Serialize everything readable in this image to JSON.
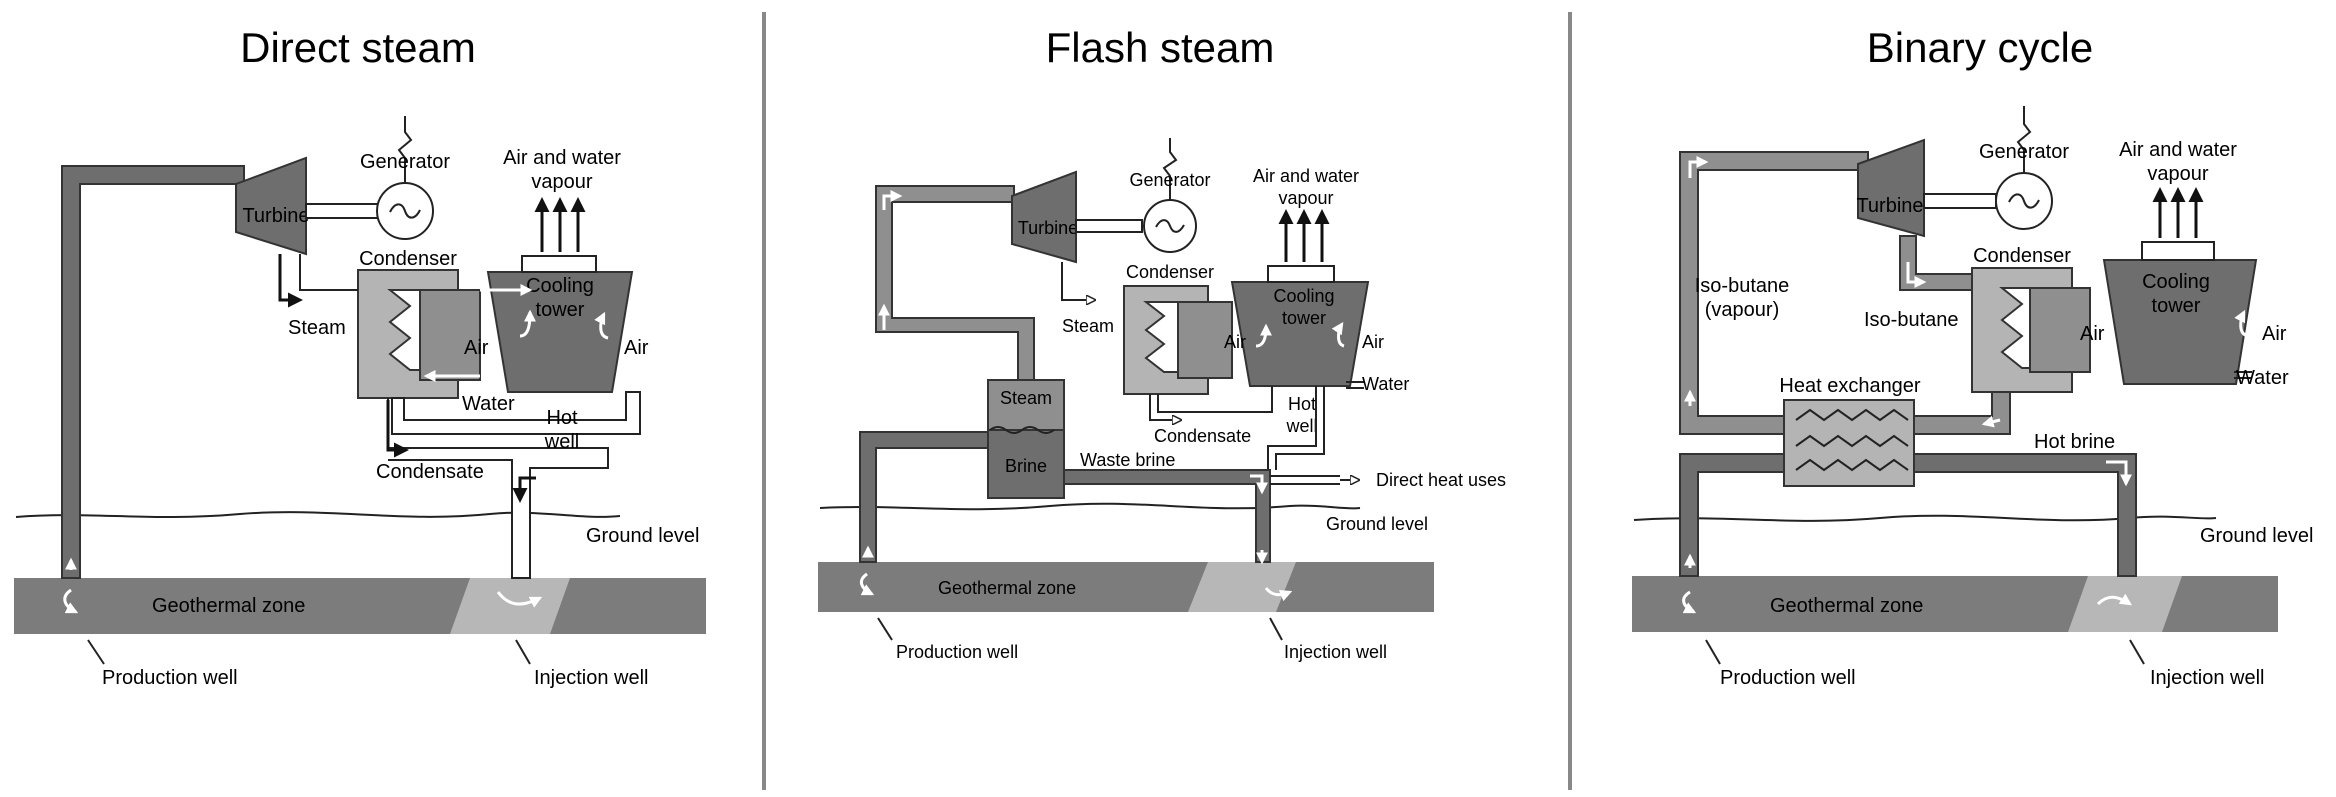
{
  "panels": [
    {
      "title": "Direct steam",
      "labels": {
        "generator": "Generator",
        "air_vapour_1": "Air and water",
        "air_vapour_2": "vapour",
        "turbine": "Turbine",
        "condenser": "Condenser",
        "steam": "Steam",
        "cooling_1": "Cooling",
        "cooling_2": "tower",
        "air_in": "Air",
        "air_out": "Air",
        "water": "Water",
        "hot_1": "Hot",
        "hot_2": "well",
        "condensate": "Condensate",
        "ground": "Ground level",
        "zone": "Geothermal zone",
        "production": "Production well",
        "injection": "Injection well"
      }
    },
    {
      "title": "Flash steam",
      "labels": {
        "generator": "Generator",
        "air_vapour_1": "Air and water",
        "air_vapour_2": "vapour",
        "turbine": "Turbine",
        "condenser": "Condenser",
        "cooling_1": "Cooling",
        "cooling_2": "tower",
        "air_in": "Air",
        "air_out": "Air",
        "water": "Water",
        "steam": "Steam",
        "steam_box": "Steam",
        "brine": "Brine",
        "waste_brine": "Waste brine",
        "condensate": "Condensate",
        "hot_1": "Hot",
        "hot_2": "well",
        "direct_heat": "Direct heat uses",
        "ground": "Ground level",
        "zone": "Geothermal zone",
        "production": "Production well",
        "injection": "Injection well"
      }
    },
    {
      "title": "Binary cycle",
      "labels": {
        "generator": "Generator",
        "air_vapour_1": "Air and water",
        "air_vapour_2": "vapour",
        "turbine": "Turbine",
        "condenser": "Condenser",
        "isobutane_vap_1": "Iso-butane",
        "isobutane_vap_2": "(vapour)",
        "isobutane": "Iso-butane",
        "cooling_1": "Cooling",
        "cooling_2": "tower",
        "air_in": "Air",
        "air_out": "Air",
        "water": "Water",
        "heat_exchanger": "Heat exchanger",
        "hot_brine": "Hot brine",
        "ground": "Ground level",
        "zone": "Geothermal zone",
        "production": "Production well",
        "injection": "Injection well"
      }
    }
  ]
}
